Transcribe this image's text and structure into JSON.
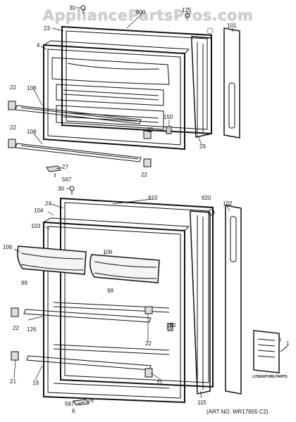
{
  "watermark": "AppliancePartsPros.com",
  "art_number": "(ART NO. WR17655 C2)",
  "literature_caption": "LITERATURE PARTS",
  "callouts": [
    {
      "id": "c30a",
      "text": "30"
    },
    {
      "id": "c900",
      "text": "900"
    },
    {
      "id": "c125",
      "text": "125"
    },
    {
      "id": "c23",
      "text": "23"
    },
    {
      "id": "c101",
      "text": "101"
    },
    {
      "id": "c4",
      "text": "4"
    },
    {
      "id": "c22a",
      "text": "22"
    },
    {
      "id": "c108a",
      "text": "108"
    },
    {
      "id": "c150a",
      "text": "150"
    },
    {
      "id": "c22b",
      "text": "22"
    },
    {
      "id": "c108b",
      "text": "108"
    },
    {
      "id": "c22c",
      "text": "22"
    },
    {
      "id": "c29",
      "text": "29"
    },
    {
      "id": "c22d",
      "text": "22"
    },
    {
      "id": "c27",
      "text": "27"
    },
    {
      "id": "c567a",
      "text": "567"
    },
    {
      "id": "c30b",
      "text": "30"
    },
    {
      "id": "c910",
      "text": "910"
    },
    {
      "id": "c920",
      "text": "920"
    },
    {
      "id": "c24",
      "text": "24"
    },
    {
      "id": "c102",
      "text": "102"
    },
    {
      "id": "c104",
      "text": "104"
    },
    {
      "id": "c103",
      "text": "103"
    },
    {
      "id": "c106a",
      "text": "106"
    },
    {
      "id": "c106b",
      "text": "106"
    },
    {
      "id": "c99a",
      "text": "99"
    },
    {
      "id": "c99b",
      "text": "99"
    },
    {
      "id": "c22e",
      "text": "22"
    },
    {
      "id": "c126",
      "text": "126"
    },
    {
      "id": "c150b",
      "text": "150"
    },
    {
      "id": "c22f",
      "text": "22"
    },
    {
      "id": "c1",
      "text": "1"
    },
    {
      "id": "c21a",
      "text": "21"
    },
    {
      "id": "c19",
      "text": "19"
    },
    {
      "id": "c21b",
      "text": "21"
    },
    {
      "id": "c115",
      "text": "115"
    },
    {
      "id": "c567b",
      "text": "567"
    },
    {
      "id": "c26",
      "text": "26"
    },
    {
      "id": "c6",
      "text": "6"
    }
  ]
}
